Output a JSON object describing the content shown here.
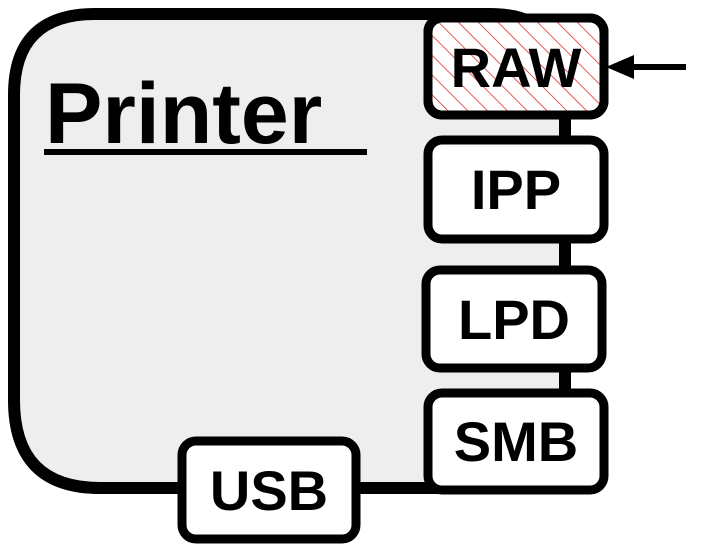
{
  "diagram": {
    "device": {
      "title": "Printer"
    },
    "ports": [
      {
        "id": "raw",
        "label": "RAW",
        "highlighted": true
      },
      {
        "id": "ipp",
        "label": "IPP",
        "highlighted": false
      },
      {
        "id": "lpd",
        "label": "LPD",
        "highlighted": false
      },
      {
        "id": "smb",
        "label": "SMB",
        "highlighted": false
      }
    ],
    "bottom_port": {
      "label": "USB"
    }
  },
  "colors": {
    "stroke": "#000000",
    "device_fill": "#eeeeee",
    "port_fill": "#ffffff",
    "highlight_hatch": "#e03030"
  },
  "icons": {
    "arrow": "arrow-left-icon"
  }
}
